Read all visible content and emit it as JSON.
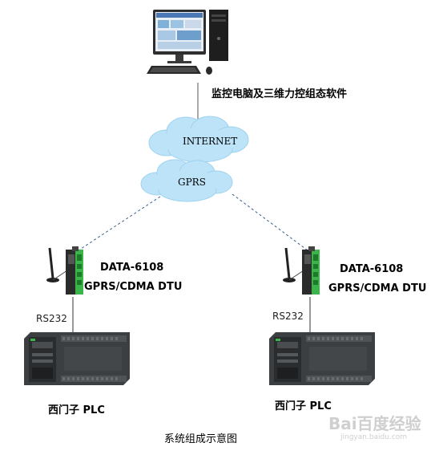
{
  "computer": {
    "label": "监控电脑及三维力控组态软件"
  },
  "network": {
    "internet_label": "INTERNET",
    "gprs_label": "GPRS"
  },
  "left_node": {
    "dtu_model": "DATA-6108",
    "dtu_type": "GPRS/CDMA DTU",
    "link_label": "RS232",
    "plc_label": "西门子 PLC"
  },
  "right_node": {
    "dtu_model": "DATA-6108",
    "dtu_type": "GPRS/CDMA DTU",
    "link_label": "RS232",
    "plc_label": "西门子 PLC"
  },
  "caption": "系统组成示意图",
  "watermark": {
    "brand": "Bai百度经验",
    "url": "jingyan.baidu.com"
  },
  "colors": {
    "cloud_fill": "#bde3f8",
    "cloud_edge": "#9fd2ef",
    "dtu_green": "#3bb54a",
    "plc_body": "#3c3f42"
  }
}
